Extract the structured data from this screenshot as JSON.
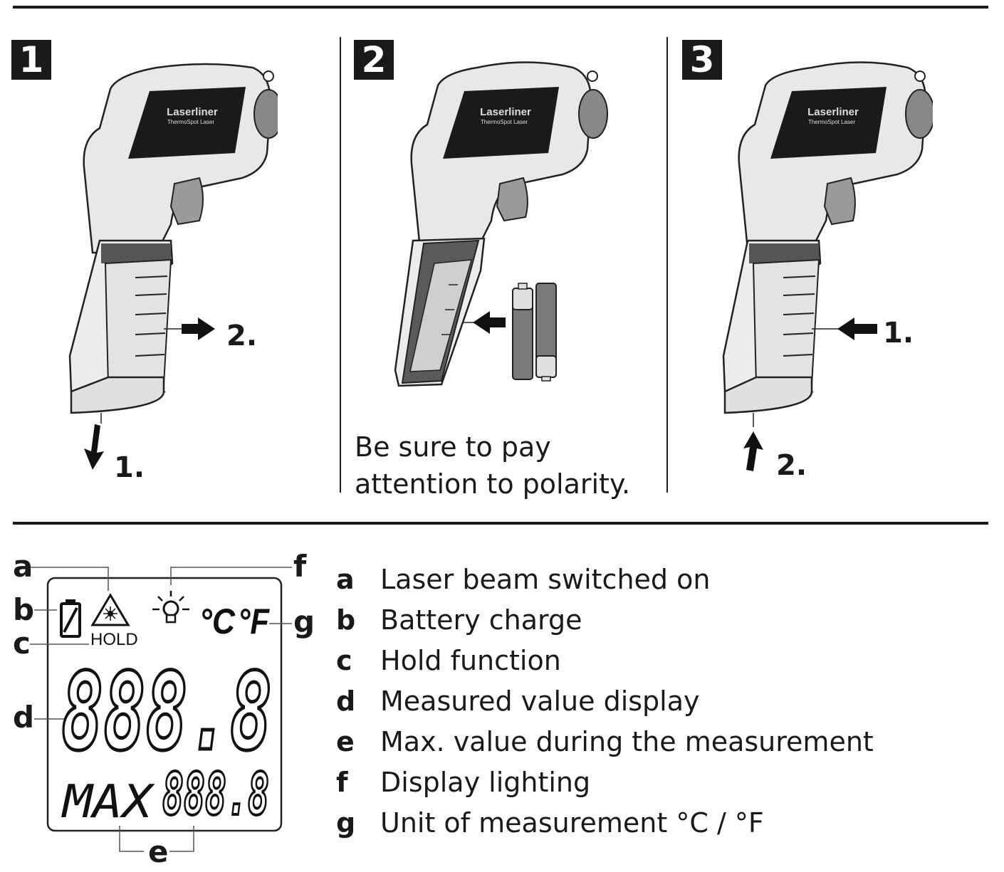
{
  "steps": [
    {
      "number": "1",
      "labels": [
        "2.",
        "1."
      ]
    },
    {
      "number": "2",
      "note_lines": [
        "Be sure to pay",
        "attention to polarity."
      ]
    },
    {
      "number": "3",
      "labels": [
        "1.",
        "2."
      ]
    }
  ],
  "device": {
    "brand": "Laserliner",
    "model": "ThermoSpot Laser"
  },
  "display": {
    "labels": [
      "a",
      "b",
      "c",
      "d",
      "e",
      "f",
      "g"
    ],
    "hold_text": "HOLD",
    "main_digits": "888.8",
    "max_text": "MAX",
    "max_digits": "888.8",
    "unit_c": "°C",
    "unit_f": "°F"
  },
  "legend": [
    {
      "key": "a",
      "text": "Laser beam switched on"
    },
    {
      "key": "b",
      "text": "Battery charge"
    },
    {
      "key": "c",
      "text": "Hold function"
    },
    {
      "key": "d",
      "text": "Measured value display"
    },
    {
      "key": "e",
      "text": "Max. value during the measurement"
    },
    {
      "key": "f",
      "text": "Display lighting"
    },
    {
      "key": "g",
      "text": "Unit of measurement °C / °F"
    }
  ]
}
